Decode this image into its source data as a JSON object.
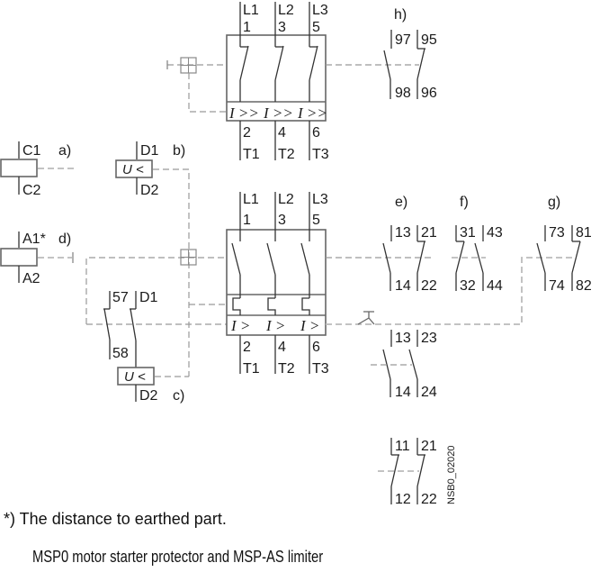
{
  "diagram": {
    "top_protector": {
      "line_terminals": [
        "L1",
        "L2",
        "L3"
      ],
      "line_numbers": [
        "1",
        "3",
        "5"
      ],
      "trip_labels": [
        "I >>",
        "I >>",
        "I >>"
      ],
      "load_numbers": [
        "2",
        "4",
        "6"
      ],
      "load_terminals": [
        "T1",
        "T2",
        "T3"
      ]
    },
    "aux_h": {
      "label": "h)",
      "top": [
        "97",
        "95"
      ],
      "bottom": [
        "98",
        "96"
      ]
    },
    "coil_a": {
      "label": "a)",
      "top": "C1",
      "bottom": "C2"
    },
    "undervoltage_b": {
      "label": "b)",
      "top": "D1",
      "bottom": "D2",
      "symbol": "U <"
    },
    "coil_d": {
      "label": "d)",
      "top": "A1*",
      "bottom": "A2"
    },
    "undervoltage_c": {
      "label": "c)",
      "contacts_top": [
        "57",
        "D1"
      ],
      "contact_bottom": "58",
      "symbol": "U <",
      "bottom": "D2"
    },
    "main_protector": {
      "line_terminals": [
        "L1",
        "L2",
        "L3"
      ],
      "line_numbers": [
        "1",
        "3",
        "5"
      ],
      "trip_labels": [
        "I >",
        "I >",
        "I >"
      ],
      "load_numbers": [
        "2",
        "4",
        "6"
      ],
      "load_terminals": [
        "T1",
        "T2",
        "T3"
      ]
    },
    "aux_e": {
      "label": "e)",
      "top": [
        "13",
        "21"
      ],
      "bottom": [
        "14",
        "22"
      ]
    },
    "aux_f": {
      "label": "f)",
      "top": [
        "31",
        "43"
      ],
      "bottom": [
        "32",
        "44"
      ]
    },
    "aux_g": {
      "label": "g)",
      "top": [
        "73",
        "81"
      ],
      "bottom": [
        "74",
        "82"
      ]
    },
    "aux_no": {
      "top": [
        "13",
        "23"
      ],
      "bottom": [
        "14",
        "24"
      ]
    },
    "aux_nc": {
      "top": [
        "11",
        "21"
      ],
      "bottom": [
        "12",
        "22"
      ]
    },
    "drawing_id": "NSB0_02020"
  },
  "footnote": "*)  The distance to earthed part.",
  "caption": "MSP0 motor starter protector and MSP-AS limiter"
}
